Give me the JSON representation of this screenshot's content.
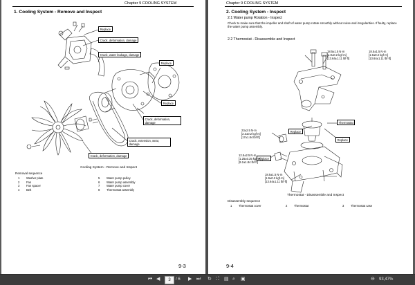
{
  "left": {
    "header": "Chapter 9 COOLING SYSTEM",
    "section_title": "1. Cooling System - Remove and Inspect",
    "labels": {
      "replace1": "Replace",
      "crack_deform_damage1": "Crack, deformation, damage",
      "crack_water_leak": "Crack, water leakage, damage",
      "replace2": "Replace",
      "replace3": "Replace",
      "crack_deform_damage2": "Crack, deformation, damage",
      "crack_ext_wear": "Crack, extension, wear, damage",
      "crack_deform_damage3": "Crack, deformation, damage"
    },
    "caption": "Cooling System - Remove and Inspect",
    "removal_title": "Removal sequence",
    "removal_items": [
      {
        "n": "1",
        "text": "Washer plate"
      },
      {
        "n": "2",
        "text": "Fan"
      },
      {
        "n": "3",
        "text": "Fan spacer"
      },
      {
        "n": "4",
        "text": "Belt"
      },
      {
        "n": "5",
        "text": "Water pump pulley"
      },
      {
        "n": "6",
        "text": "Water pump assembly"
      },
      {
        "n": "7",
        "text": "Water pump cover"
      },
      {
        "n": "8",
        "text": "Thermostat assembly"
      }
    ],
    "page_number": "9-3"
  },
  "right": {
    "header": "Chapter 9 COOLING SYSTEM",
    "section_title": "2. Cooling System - Inspect",
    "sub_2_1": "2.1   Water pump Rotation - Inspect",
    "body_2_1": "Check to make sure that the impeller and shaft of water pump rotate smoothly without noise and irregularities. If faulty, replace the water pump assembly.",
    "sub_2_2": "2.2   Thermostat - Disassemble and Inspect",
    "torques": {
      "t1": [
        "18.5±1.5 N·m",
        "[1.9±0.2 kgf·m]",
        "[13.64±1.11 lbf·ft]"
      ],
      "t2": [
        "18.5±1.5 N·m",
        "[1.9±0.2 kgf·m]",
        "[13.64±1.11 lbf·ft]"
      ],
      "t3": [
        "23±2.5 N·m",
        "[2.3±0.2 kgf·m]",
        "[17±1.84 lbf·ft]"
      ],
      "t4": [
        "12.5±2.5 N·m",
        "[1.25±0.25 kgf·m]",
        "[9.2±1.84 lbf·ft]"
      ],
      "t5": [
        "18.5±1.5 N·m",
        "[1.9±0.2 kgf·m]",
        "[13.64±1.11 lbf·ft]"
      ]
    },
    "labels": {
      "thermostat": "Thermostat",
      "replace_a": "Replace",
      "replace_b": "Replace",
      "replace_c": "Replace"
    },
    "caption": "Thermostat - Disassemble and Inspect",
    "dis_title": "Disassembly sequence",
    "dis_items": [
      {
        "n": "1",
        "text": "Thermostat cover"
      },
      {
        "n": "2",
        "text": "Thermostat"
      },
      {
        "n": "3",
        "text": "Thermostat case"
      }
    ],
    "page_number": "9-4"
  },
  "toolbar": {
    "page_field": "3",
    "page_total": "/ 6",
    "zoom": "93,47%"
  }
}
